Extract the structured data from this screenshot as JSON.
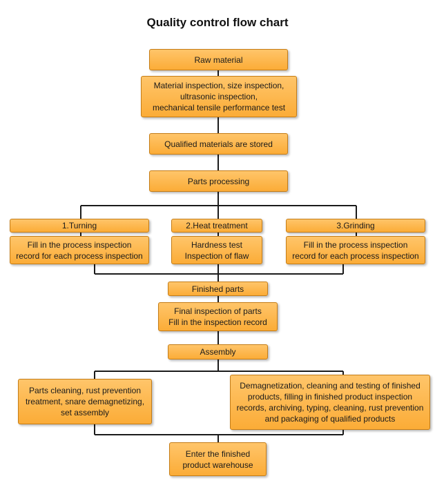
{
  "title": "Quality control flow chart",
  "nodes": {
    "raw_material": "Raw material",
    "material_inspection": "Material inspection, size inspection,\nultrasonic inspection,\nmechanical tensile performance test",
    "qualified_stored": "Qualified materials are stored",
    "parts_processing": "Parts processing",
    "turning": "1.Turning",
    "turning_record": "Fill in the process inspection\nrecord for each process inspection",
    "heat_treatment": "2.Heat treatment",
    "heat_treatment_tests": "Hardness test\nInspection of flaw",
    "grinding": "3.Grinding",
    "grinding_record": "Fill in the process inspection\nrecord for each process inspection",
    "finished_parts": "Finished parts",
    "final_inspection": "Final inspection of parts\nFill in the inspection record",
    "assembly": "Assembly",
    "parts_cleaning": "Parts cleaning, rust prevention\ntreatment, snare demagnetizing,\nset assembly",
    "demagnetization": "Demagnetization, cleaning and testing of finished\nproducts, filling in finished product inspection\nrecords, archiving, typing, cleaning, rust prevention\nand packaging of qualified products",
    "warehouse": "Enter the finished\nproduct warehouse"
  },
  "colors": {
    "box_fill_top": "#ffc56a",
    "box_fill_bottom": "#fbac37",
    "box_border": "#c47c16",
    "connector": "#1a1a1a"
  }
}
